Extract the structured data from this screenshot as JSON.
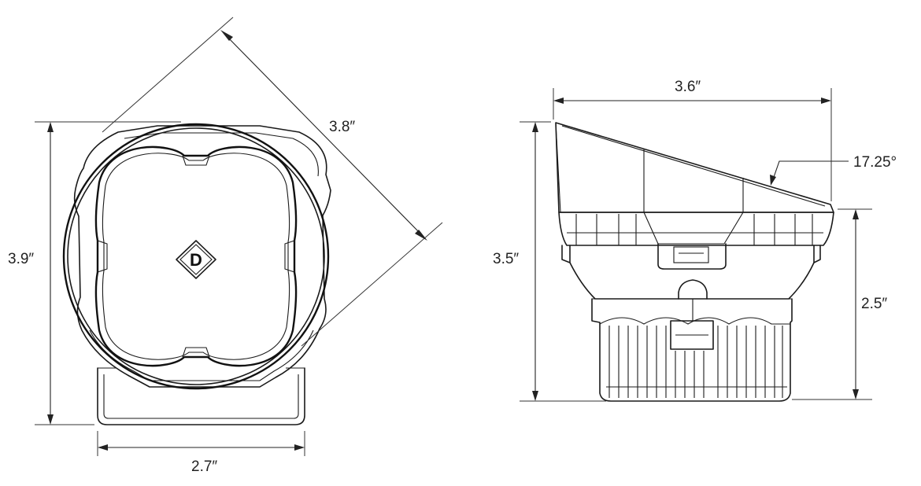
{
  "front_view": {
    "height_label": "3.9″",
    "width_label": "2.7″",
    "diagonal_label": "3.8″",
    "logo_letter": "D"
  },
  "side_view": {
    "length_label": "3.6″",
    "height_label": "3.5″",
    "body_height_label": "2.5″",
    "angle_label": "17.25°"
  }
}
